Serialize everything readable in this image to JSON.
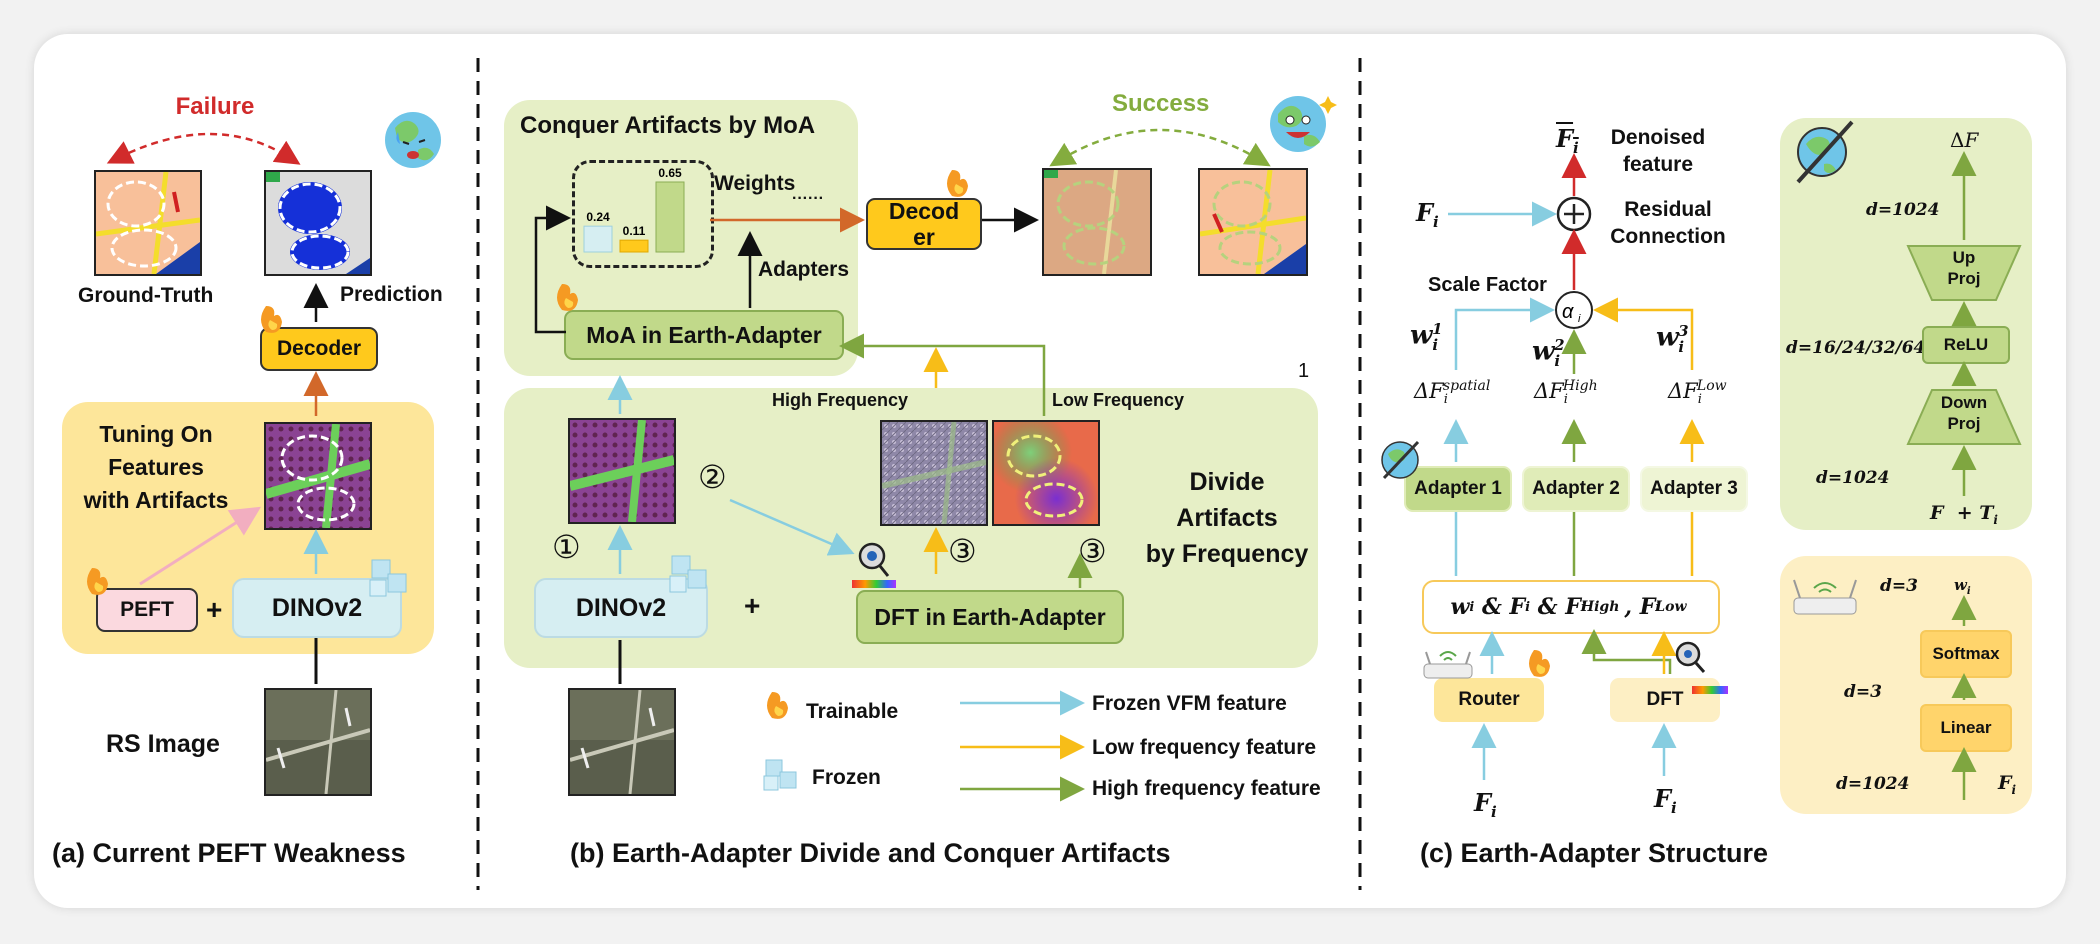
{
  "captions": {
    "a": "(a) Current PEFT Weakness",
    "b": "(b) Earth-Adapter Divide and Conquer Artifacts",
    "c": "(c) Earth-Adapter Structure"
  },
  "panel_a": {
    "failure": "Failure",
    "ground_truth": "Ground-Truth",
    "prediction": "Prediction",
    "decoder": "Decoder",
    "tuning_text": "Tuning On\nFeatures\nwith Artifacts",
    "peft": "PEFT",
    "plus": "+",
    "dinov2": "DINOv2",
    "rs_image": "RS Image"
  },
  "panel_b": {
    "moa_title": "Conquer Artifacts by MoA",
    "success": "Success",
    "weights": "Weights",
    "dots": "······",
    "bar_values": [
      "0.24",
      "0.11",
      "0.65"
    ],
    "decoder": "Decod\ner",
    "adapters": "Adapters",
    "moa_box": "MoA in Earth-Adapter",
    "page_num": "1",
    "high_freq": "High Frequency",
    "low_freq": "Low Frequency",
    "step1": "①",
    "step2": "②",
    "step3a": "③",
    "step3b": "③",
    "divide_text": "Divide\nArtifacts\nby Frequency",
    "dinov2": "DINOv2",
    "plus": "+",
    "dft_box": "DFT in Earth-Adapter",
    "legend": {
      "trainable": "Trainable",
      "frozen": "Frozen",
      "frozen_vfm": "Frozen VFM feature",
      "low_feat": "Low frequency feature",
      "high_feat": "High frequency feature"
    }
  },
  "panel_c": {
    "denoised": "Denoised\nfeature",
    "residual": "Residual\nConnection",
    "scale_factor": "Scale Factor",
    "adapter1": "Adapter 1",
    "adapter2": "Adapter 2",
    "adapter3": "Adapter 3",
    "router": "Router",
    "dft": "DFT",
    "proj_top_dim": "d=1024",
    "up_proj": "Up\nProj",
    "relu": "ReLU",
    "relu_dim": "d=16/24/32/64",
    "down_proj": "Down\nProj",
    "proj_bottom_dim": "d=1024",
    "router_dim_top": "d=3",
    "softmax": "Softmax",
    "linear": "Linear",
    "router_dim_mid": "d=3",
    "router_dim_bottom": "d=1024"
  },
  "colors": {
    "green_panel": "#e6efc6",
    "green_box": "#c1d98a",
    "yellow_panel": "#fde69a",
    "orange_box": "#ffc91c",
    "pink_box": "#fbd9df",
    "dino_box": "#d6eef2",
    "light_blue_arrow": "#87cde0",
    "yellow_arrow": "#f7bd18",
    "green_arrow": "#7fa640",
    "red_text": "#d12b2b",
    "green_text": "#84ac3e",
    "orange_arrow": "#d2682a"
  }
}
